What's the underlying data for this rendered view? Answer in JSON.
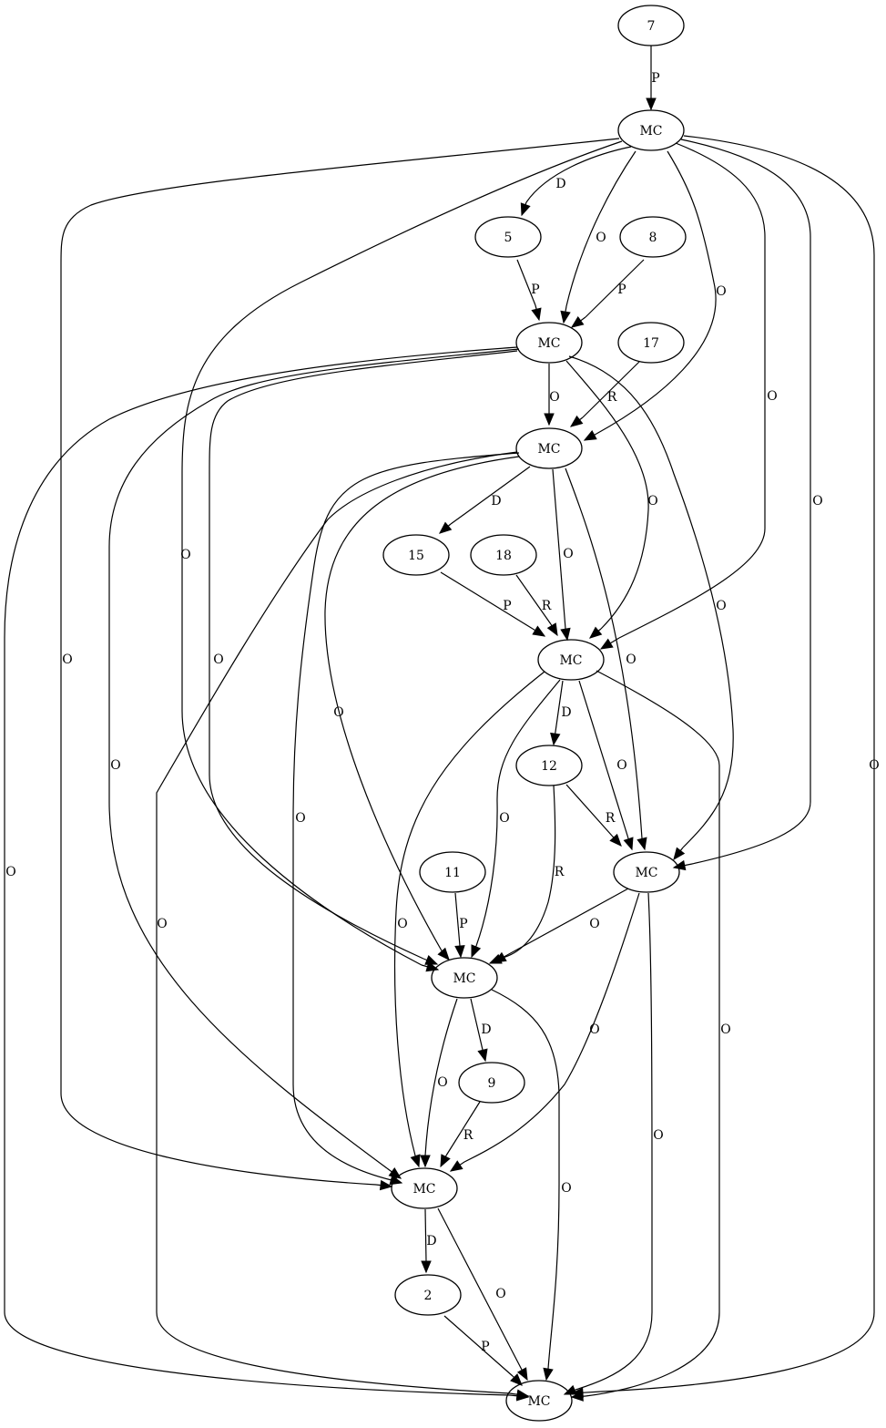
{
  "diagram": {
    "nodes": [
      {
        "id": "n7",
        "label": "7"
      },
      {
        "id": "mc1",
        "label": "MC"
      },
      {
        "id": "n5",
        "label": "5"
      },
      {
        "id": "n8",
        "label": "8"
      },
      {
        "id": "mc2",
        "label": "MC"
      },
      {
        "id": "n17",
        "label": "17"
      },
      {
        "id": "mc3",
        "label": "MC"
      },
      {
        "id": "n15",
        "label": "15"
      },
      {
        "id": "n18",
        "label": "18"
      },
      {
        "id": "mc4",
        "label": "MC"
      },
      {
        "id": "n12",
        "label": "12"
      },
      {
        "id": "n11",
        "label": "11"
      },
      {
        "id": "mc5",
        "label": "MC"
      },
      {
        "id": "mc6",
        "label": "MC"
      },
      {
        "id": "n9",
        "label": "9"
      },
      {
        "id": "mc7",
        "label": "MC"
      },
      {
        "id": "n2",
        "label": "2"
      },
      {
        "id": "mc8",
        "label": "MC"
      }
    ],
    "edges": [
      {
        "from": "n7",
        "to": "mc1",
        "label": "P"
      },
      {
        "from": "mc1",
        "to": "n5",
        "label": "D"
      },
      {
        "from": "mc1",
        "to": "mc2",
        "label": "O"
      },
      {
        "from": "mc1",
        "to": "mc3",
        "label": "O"
      },
      {
        "from": "mc1",
        "to": "mc4",
        "label": "O"
      },
      {
        "from": "mc1",
        "to": "mc5",
        "label": "O"
      },
      {
        "from": "mc1",
        "to": "mc6",
        "label": "O"
      },
      {
        "from": "mc1",
        "to": "mc7",
        "label": "O"
      },
      {
        "from": "mc1",
        "to": "mc8",
        "label": "O"
      },
      {
        "from": "n5",
        "to": "mc2",
        "label": "P"
      },
      {
        "from": "n8",
        "to": "mc2",
        "label": "P"
      },
      {
        "from": "mc2",
        "to": "mc3",
        "label": "O"
      },
      {
        "from": "mc2",
        "to": "mc4",
        "label": "O"
      },
      {
        "from": "mc2",
        "to": "mc5",
        "label": "O"
      },
      {
        "from": "mc2",
        "to": "mc6",
        "label": "O"
      },
      {
        "from": "mc2",
        "to": "mc7",
        "label": "O"
      },
      {
        "from": "mc2",
        "to": "mc8",
        "label": "O"
      },
      {
        "from": "n17",
        "to": "mc3",
        "label": "R"
      },
      {
        "from": "mc3",
        "to": "n15",
        "label": "D"
      },
      {
        "from": "mc3",
        "to": "mc4",
        "label": "O"
      },
      {
        "from": "mc3",
        "to": "mc5",
        "label": "O"
      },
      {
        "from": "mc3",
        "to": "mc6",
        "label": "O"
      },
      {
        "from": "mc3",
        "to": "mc7",
        "label": "O"
      },
      {
        "from": "mc3",
        "to": "mc8",
        "label": "O"
      },
      {
        "from": "n15",
        "to": "mc4",
        "label": "P"
      },
      {
        "from": "n18",
        "to": "mc4",
        "label": "R"
      },
      {
        "from": "mc4",
        "to": "n12",
        "label": "D"
      },
      {
        "from": "mc4",
        "to": "mc5",
        "label": "O"
      },
      {
        "from": "mc4",
        "to": "mc6",
        "label": "O"
      },
      {
        "from": "mc4",
        "to": "mc7",
        "label": "O"
      },
      {
        "from": "mc4",
        "to": "mc8",
        "label": "O"
      },
      {
        "from": "n12",
        "to": "mc5",
        "label": "R"
      },
      {
        "from": "n12",
        "to": "mc6",
        "label": "R"
      },
      {
        "from": "mc5",
        "to": "mc6",
        "label": "O"
      },
      {
        "from": "mc5",
        "to": "mc7",
        "label": "O"
      },
      {
        "from": "mc5",
        "to": "mc8",
        "label": "O"
      },
      {
        "from": "n11",
        "to": "mc6",
        "label": "P"
      },
      {
        "from": "mc6",
        "to": "n9",
        "label": "D"
      },
      {
        "from": "mc6",
        "to": "mc7",
        "label": "O"
      },
      {
        "from": "mc6",
        "to": "mc8",
        "label": "O"
      },
      {
        "from": "n9",
        "to": "mc7",
        "label": "R"
      },
      {
        "from": "mc7",
        "to": "n2",
        "label": "D"
      },
      {
        "from": "mc7",
        "to": "mc8",
        "label": "O"
      },
      {
        "from": "n2",
        "to": "mc8",
        "label": "P"
      }
    ]
  }
}
